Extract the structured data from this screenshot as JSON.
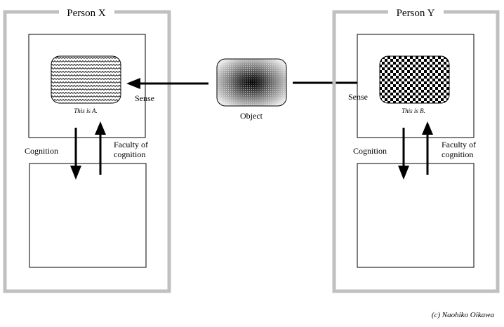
{
  "person_x": {
    "title": "Person X",
    "caption": "This is A.",
    "sense_label": "Sense",
    "cognition_label": "Cognition",
    "faculty_line1": "Faculty of",
    "faculty_line2": "cognition"
  },
  "person_y": {
    "title": "Person Y",
    "caption": "This is B.",
    "sense_label": "Sense",
    "cognition_label": "Cognition",
    "faculty_line1": "Faculty of",
    "faculty_line2": "cognition"
  },
  "object": {
    "label": "Object"
  },
  "credit": "(c) Naohiko Oikawa",
  "colors": {
    "frame": "#c0c0c0",
    "ink": "#000000",
    "background": "#ffffff"
  }
}
